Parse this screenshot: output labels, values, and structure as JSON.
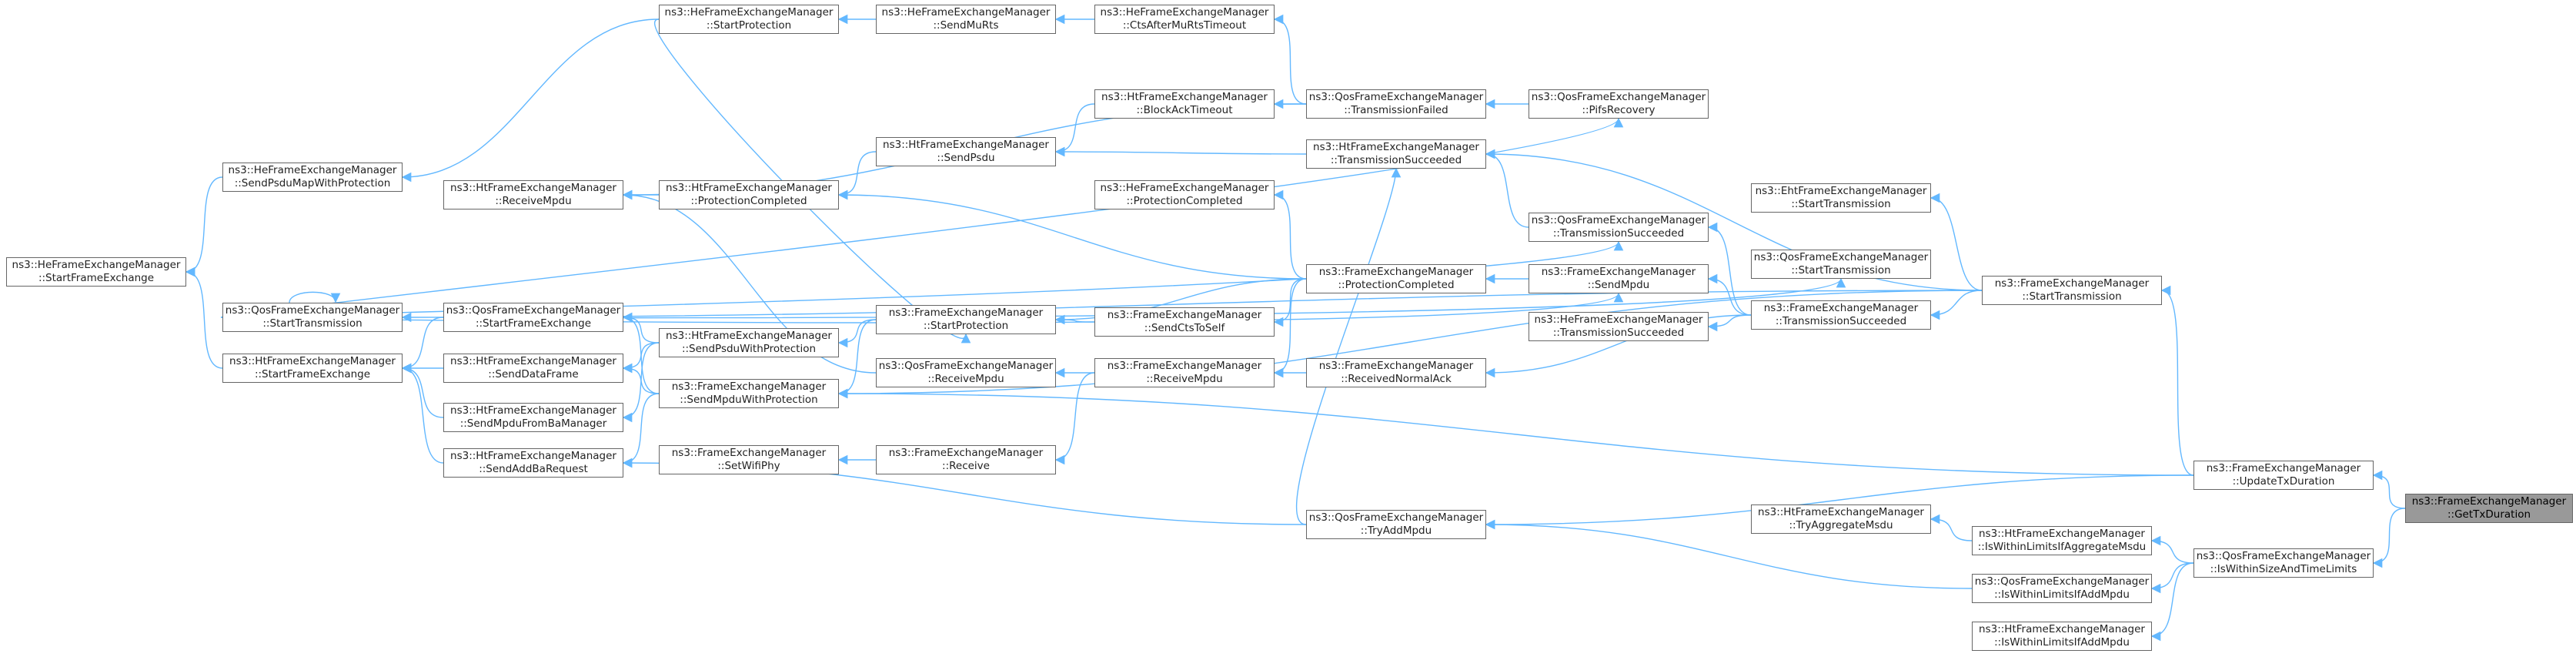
{
  "graph": {
    "edge_color": "#63b8ff",
    "node_border_color": "#666666",
    "focus_fill": "#999999",
    "nodes": [
      {
        "id": "heStartProt",
        "l1": "ns3::HeFrameExchangeManager",
        "l2": "::StartProtection"
      },
      {
        "id": "heSendMuRts",
        "l1": "ns3::HeFrameExchangeManager",
        "l2": "::SendMuRts"
      },
      {
        "id": "heCtsTimeout",
        "l1": "ns3::HeFrameExchangeManager",
        "l2": "::CtsAfterMuRtsTimeout"
      },
      {
        "id": "htBlockAck",
        "l1": "ns3::HtFrameExchangeManager",
        "l2": "::BlockAckTimeout"
      },
      {
        "id": "qosTxFailed",
        "l1": "ns3::QosFrameExchangeManager",
        "l2": "::TransmissionFailed"
      },
      {
        "id": "qosPifs",
        "l1": "ns3::QosFrameExchangeManager",
        "l2": "::PifsRecovery"
      },
      {
        "id": "heSendPsduMap",
        "l1": "ns3::HeFrameExchangeManager",
        "l2": "::SendPsduMapWithProtection"
      },
      {
        "id": "htSendPsdu",
        "l1": "ns3::HtFrameExchangeManager",
        "l2": "::SendPsdu"
      },
      {
        "id": "htTxSucc",
        "l1": "ns3::HtFrameExchangeManager",
        "l2": "::TransmissionSucceeded"
      },
      {
        "id": "htRecvMpdu",
        "l1": "ns3::HtFrameExchangeManager",
        "l2": "::ReceiveMpdu"
      },
      {
        "id": "htProtCompl",
        "l1": "ns3::HtFrameExchangeManager",
        "l2": "::ProtectionCompleted"
      },
      {
        "id": "heProtCompl",
        "l1": "ns3::HeFrameExchangeManager",
        "l2": "::ProtectionCompleted"
      },
      {
        "id": "ehtStartTx",
        "l1": "ns3::EhtFrameExchangeManager",
        "l2": "::StartTransmission"
      },
      {
        "id": "qosTxSucc",
        "l1": "ns3::QosFrameExchangeManager",
        "l2": "::TransmissionSucceeded"
      },
      {
        "id": "heStartFE",
        "l1": "ns3::HeFrameExchangeManager",
        "l2": "::StartFrameExchange"
      },
      {
        "id": "qosStartTx",
        "l1": "ns3::QosFrameExchangeManager",
        "l2": "::StartTransmission"
      },
      {
        "id": "feProtCompl",
        "l1": "ns3::FrameExchangeManager",
        "l2": "::ProtectionCompleted"
      },
      {
        "id": "feSendMpdu",
        "l1": "ns3::FrameExchangeManager",
        "l2": "::SendMpdu"
      },
      {
        "id": "feStartTx",
        "l1": "ns3::FrameExchangeManager",
        "l2": "::StartTransmission"
      },
      {
        "id": "qosStartTx2",
        "l1": "ns3::QosFrameExchangeManager",
        "l2": "::StartTransmission"
      },
      {
        "id": "qosStartFE",
        "l1": "ns3::QosFrameExchangeManager",
        "l2": "::StartFrameExchange"
      },
      {
        "id": "feStartProt",
        "l1": "ns3::FrameExchangeManager",
        "l2": "::StartProtection"
      },
      {
        "id": "feCtsSelf",
        "l1": "ns3::FrameExchangeManager",
        "l2": "::SendCtsToSelf"
      },
      {
        "id": "feTxSucc",
        "l1": "ns3::FrameExchangeManager",
        "l2": "::TransmissionSucceeded"
      },
      {
        "id": "htStartFE",
        "l1": "ns3::HtFrameExchangeManager",
        "l2": "::StartFrameExchange"
      },
      {
        "id": "htSendPsduProt",
        "l1": "ns3::HtFrameExchangeManager",
        "l2": "::SendPsduWithProtection"
      },
      {
        "id": "heTxSucc",
        "l1": "ns3::HeFrameExchangeManager",
        "l2": "::TransmissionSucceeded"
      },
      {
        "id": "htSendData",
        "l1": "ns3::HtFrameExchangeManager",
        "l2": "::SendDataFrame"
      },
      {
        "id": "qosRecvMpdu",
        "l1": "ns3::QosFrameExchangeManager",
        "l2": "::ReceiveMpdu"
      },
      {
        "id": "feRecvMpdu",
        "l1": "ns3::FrameExchangeManager",
        "l2": "::ReceiveMpdu"
      },
      {
        "id": "feRecvNormalAck",
        "l1": "ns3::FrameExchangeManager",
        "l2": "::ReceivedNormalAck"
      },
      {
        "id": "feSendMpduProt",
        "l1": "ns3::FrameExchangeManager",
        "l2": "::SendMpduWithProtection"
      },
      {
        "id": "htSendMpduBa",
        "l1": "ns3::HtFrameExchangeManager",
        "l2": "::SendMpduFromBaManager"
      },
      {
        "id": "feSetWifiPhy",
        "l1": "ns3::FrameExchangeManager",
        "l2": "::SetWifiPhy"
      },
      {
        "id": "feReceive",
        "l1": "ns3::FrameExchangeManager",
        "l2": "::Receive"
      },
      {
        "id": "htSendAddBa",
        "l1": "ns3::HtFrameExchangeManager",
        "l2": "::SendAddBaRequest"
      },
      {
        "id": "feUpdateTx",
        "l1": "ns3::FrameExchangeManager",
        "l2": "::UpdateTxDuration"
      },
      {
        "id": "feGetTx",
        "l1": "ns3::FrameExchangeManager",
        "l2": "::GetTxDuration"
      },
      {
        "id": "qosTryAdd",
        "l1": "ns3::QosFrameExchangeManager",
        "l2": "::TryAddMpdu"
      },
      {
        "id": "htTryAgg",
        "l1": "ns3::HtFrameExchangeManager",
        "l2": "::TryAggregateMsdu"
      },
      {
        "id": "htWithinAgg",
        "l1": "ns3::HtFrameExchangeManager",
        "l2": "::IsWithinLimitsIfAggregateMsdu"
      },
      {
        "id": "qosWithinSize",
        "l1": "ns3::QosFrameExchangeManager",
        "l2": "::IsWithinSizeAndTimeLimits"
      },
      {
        "id": "qosWithinAdd",
        "l1": "ns3::QosFrameExchangeManager",
        "l2": "::IsWithinLimitsIfAddMpdu"
      },
      {
        "id": "htWithinAdd",
        "l1": "ns3::HtFrameExchangeManager",
        "l2": "::IsWithinLimitsIfAddMpdu"
      }
    ],
    "edges": [
      [
        "feGetTx",
        "feUpdateTx"
      ],
      [
        "feGetTx",
        "qosWithinSize"
      ],
      [
        "feUpdateTx",
        "feStartTx"
      ],
      [
        "feUpdateTx",
        "qosTryAdd"
      ],
      [
        "feUpdateTx",
        "feSendMpduProt"
      ],
      [
        "qosWithinSize",
        "htWithinAgg"
      ],
      [
        "qosWithinSize",
        "qosWithinAdd"
      ],
      [
        "qosWithinSize",
        "htWithinAdd"
      ],
      [
        "htWithinAgg",
        "htTryAgg"
      ],
      [
        "qosWithinAdd",
        "qosTryAdd"
      ],
      [
        "qosTryAdd",
        "htTxSucc"
      ],
      [
        "qosTryAdd",
        "htSendAddBa"
      ],
      [
        "feStartTx",
        "ehtStartTx"
      ],
      [
        "feStartTx",
        "qosStartTx2"
      ],
      [
        "feStartTx",
        "htTxSucc"
      ],
      [
        "feStartTx",
        "feTxSucc"
      ],
      [
        "feStartTx",
        "feSendMpduProt"
      ],
      [
        "feTxSucc",
        "qosTxSucc"
      ],
      [
        "feTxSucc",
        "heTxSucc"
      ],
      [
        "feTxSucc",
        "feSendMpdu"
      ],
      [
        "feTxSucc",
        "feRecvNormalAck"
      ],
      [
        "qosStartTx2",
        "qosPifs"
      ],
      [
        "qosStartTx2",
        "qosTxSucc"
      ],
      [
        "qosStartTx2",
        "qosStartTx2"
      ],
      [
        "qosStartTx2",
        "feSendMpdu"
      ],
      [
        "qosPifs",
        "qosTxFailed"
      ],
      [
        "qosTxSucc",
        "htTxSucc"
      ],
      [
        "feSendMpdu",
        "feProtCompl"
      ],
      [
        "feRecvNormalAck",
        "feRecvMpdu"
      ],
      [
        "feProtCompl",
        "heProtCompl"
      ],
      [
        "feProtCompl",
        "htProtCompl"
      ],
      [
        "feProtCompl",
        "feStartProt"
      ],
      [
        "feProtCompl",
        "feCtsSelf"
      ],
      [
        "feProtCompl",
        "feRecvMpdu"
      ],
      [
        "feCtsSelf",
        "feStartProt"
      ],
      [
        "feRecvMpdu",
        "qosRecvMpdu"
      ],
      [
        "feRecvMpdu",
        "feReceive"
      ],
      [
        "feReceive",
        "feSetWifiPhy"
      ],
      [
        "qosRecvMpdu",
        "htRecvMpdu"
      ],
      [
        "qosTxFailed",
        "htBlockAck"
      ],
      [
        "qosTxFailed",
        "heCtsTimeout"
      ],
      [
        "qosTxFailed",
        "htRecvMpdu"
      ],
      [
        "htTxSucc",
        "htSendPsdu"
      ],
      [
        "htBlockAck",
        "htSendPsdu"
      ],
      [
        "htSendPsdu",
        "htProtCompl"
      ],
      [
        "htProtCompl",
        "htRecvMpdu"
      ],
      [
        "heCtsTimeout",
        "heSendMuRts"
      ],
      [
        "heSendMuRts",
        "heStartProt"
      ],
      [
        "heStartProt",
        "feStartProt"
      ],
      [
        "heStartProt",
        "heSendPsduMap"
      ],
      [
        "heSendPsduMap",
        "heStartFE"
      ],
      [
        "feStartProt",
        "htSendPsduProt"
      ],
      [
        "feStartProt",
        "feSendMpduProt"
      ],
      [
        "htSendPsduProt",
        "qosStartFE"
      ],
      [
        "htSendPsduProt",
        "htSendData"
      ],
      [
        "htSendPsduProt",
        "htSendMpduBa"
      ],
      [
        "feSendMpduProt",
        "qosStartFE"
      ],
      [
        "feSendMpduProt",
        "htSendData"
      ],
      [
        "feSendMpduProt",
        "htSendAddBa"
      ],
      [
        "qosStartFE",
        "htStartFE"
      ],
      [
        "qosStartFE",
        "qosStartTx"
      ],
      [
        "htSendData",
        "htStartFE"
      ],
      [
        "htSendMpduBa",
        "htStartFE"
      ],
      [
        "htSendAddBa",
        "htStartFE"
      ],
      [
        "htStartFE",
        "heStartFE"
      ]
    ]
  }
}
